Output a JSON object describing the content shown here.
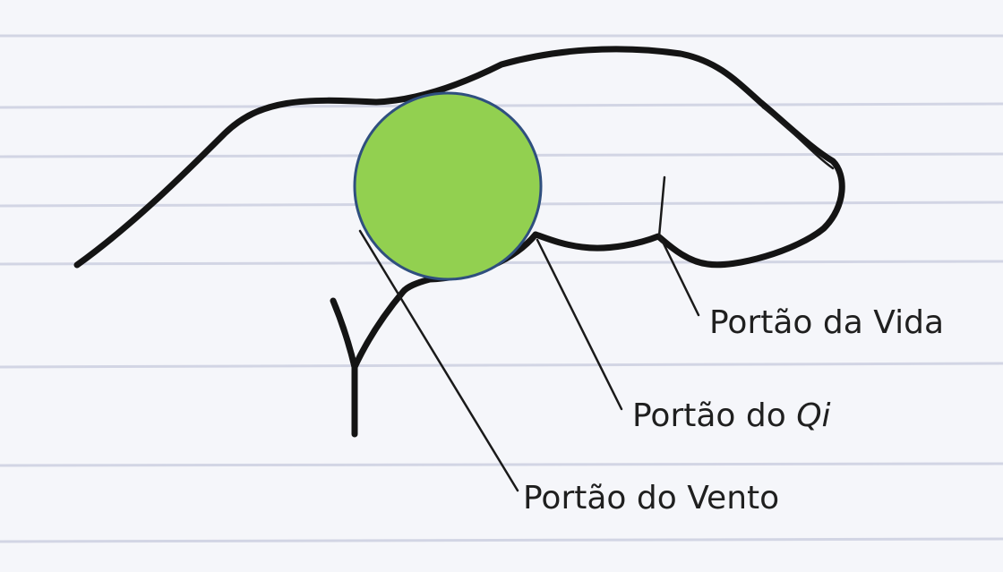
{
  "labels": {
    "life_gate": "Portão da Vida",
    "qi_gate_prefix": "Portão do ",
    "qi_gate_italic": "Qi",
    "wind_gate": "Portão do Vento"
  },
  "colors": {
    "background": "#f5f6fa",
    "outline": "#141414",
    "marker_fill": "#92d050",
    "marker_stroke": "#2f4f7f"
  },
  "icons": {
    "marker": "green-circle-marker"
  }
}
